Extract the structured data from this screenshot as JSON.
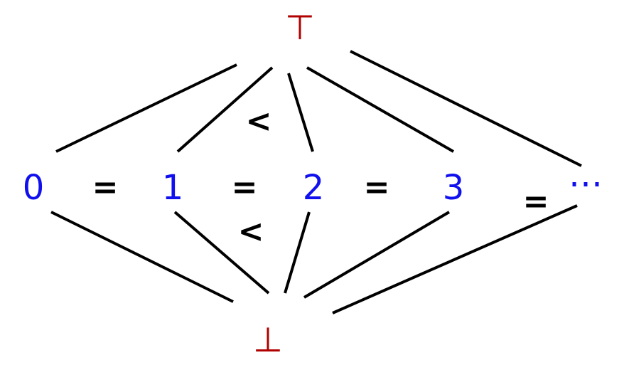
{
  "colors": {
    "extreme": "#b00000",
    "value": "#1010ee",
    "edge": "#000000",
    "operator": "#000000"
  },
  "diagram": {
    "top_symbol": "⊤",
    "bottom_symbol": "⊥",
    "values": [
      "0",
      "1",
      "2",
      "3",
      "…"
    ],
    "equals_symbol": "=",
    "less_symbol": "<"
  }
}
